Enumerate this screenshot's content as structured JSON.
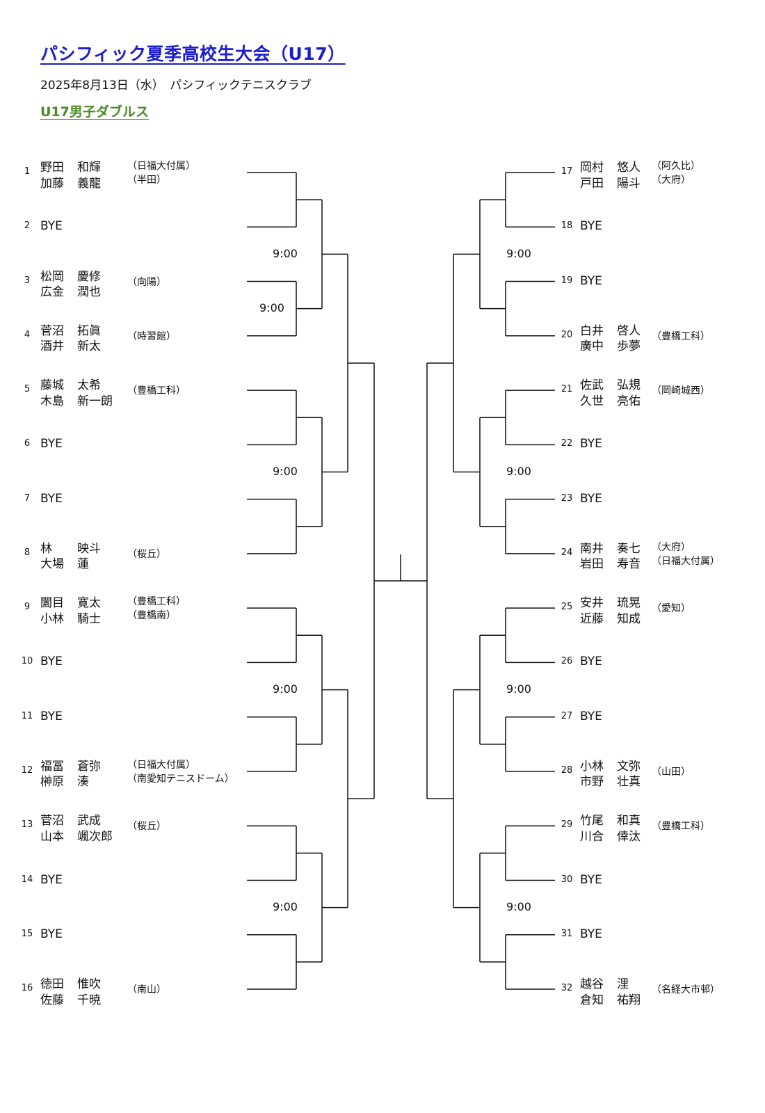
{
  "header": {
    "title": "パシフィック夏季高校生大会（U17）",
    "date_venue": "2025年8月13日（水）　パシフィックテニスクラブ",
    "event": "U17男子ダブルス"
  },
  "colors": {
    "title": "#1c1ccf",
    "event": "#4a8a25"
  },
  "entries": [
    {
      "no": "1",
      "players": [
        [
          "野田",
          "和輝"
        ],
        [
          "加藤",
          "義龍"
        ]
      ],
      "clubs": [
        "（日福大付属）",
        "（半田）"
      ]
    },
    {
      "no": "2",
      "bye": "BYE"
    },
    {
      "no": "3",
      "players": [
        [
          "松岡",
          "慶修"
        ],
        [
          "広金",
          "潤也"
        ]
      ],
      "clubs": [
        "（向陽）"
      ]
    },
    {
      "no": "4",
      "players": [
        [
          "菅沼",
          "拓眞"
        ],
        [
          "酒井",
          "新太"
        ]
      ],
      "clubs": [
        "（時習館）"
      ]
    },
    {
      "no": "5",
      "players": [
        [
          "藤城",
          "太希"
        ],
        [
          "木島",
          "新一朗"
        ]
      ],
      "clubs": [
        "（豊橋工科）"
      ]
    },
    {
      "no": "6",
      "bye": "BYE"
    },
    {
      "no": "7",
      "bye": "BYE"
    },
    {
      "no": "8",
      "players": [
        [
          "林",
          "映斗"
        ],
        [
          "大場",
          "蓮"
        ]
      ],
      "clubs": [
        "（桜丘）"
      ]
    },
    {
      "no": "9",
      "players": [
        [
          "闔目",
          "寛太"
        ],
        [
          "小林",
          "騎士"
        ]
      ],
      "clubs": [
        "（豊橋工科）",
        "（豊橋南）"
      ]
    },
    {
      "no": "10",
      "bye": "BYE"
    },
    {
      "no": "11",
      "bye": "BYE"
    },
    {
      "no": "12",
      "players": [
        [
          "福冨",
          "蒼弥"
        ],
        [
          "榊原",
          "湊"
        ]
      ],
      "clubs": [
        "（日福大付属）",
        "（南愛知テニスドーム）"
      ]
    },
    {
      "no": "13",
      "players": [
        [
          "菅沼",
          "武成"
        ],
        [
          "山本",
          "颯次郎"
        ]
      ],
      "clubs": [
        "（桜丘）"
      ]
    },
    {
      "no": "14",
      "bye": "BYE"
    },
    {
      "no": "15",
      "bye": "BYE"
    },
    {
      "no": "16",
      "players": [
        [
          "徳田",
          "惟吹"
        ],
        [
          "佐藤",
          "千暁"
        ]
      ],
      "clubs": [
        "（南山）"
      ]
    },
    {
      "no": "17",
      "players": [
        [
          "岡村",
          "悠人"
        ],
        [
          "戸田",
          "陽斗"
        ]
      ],
      "clubs": [
        "（阿久比）",
        "（大府）"
      ]
    },
    {
      "no": "18",
      "bye": "BYE"
    },
    {
      "no": "19",
      "bye": "BYE"
    },
    {
      "no": "20",
      "players": [
        [
          "白井",
          "啓人"
        ],
        [
          "廣中",
          "歩夢"
        ]
      ],
      "clubs": [
        "（豊橋工科）"
      ]
    },
    {
      "no": "21",
      "players": [
        [
          "佐武",
          "弘規"
        ],
        [
          "久世",
          "亮佑"
        ]
      ],
      "clubs": [
        "（岡崎城西）"
      ]
    },
    {
      "no": "22",
      "bye": "BYE"
    },
    {
      "no": "23",
      "bye": "BYE"
    },
    {
      "no": "24",
      "players": [
        [
          "南井",
          "奏七"
        ],
        [
          "岩田",
          "寿音"
        ]
      ],
      "clubs": [
        "（大府）",
        "（日福大付属）"
      ]
    },
    {
      "no": "25",
      "players": [
        [
          "安井",
          "琉晃"
        ],
        [
          "近藤",
          "知成"
        ]
      ],
      "clubs": [
        "（愛知）"
      ]
    },
    {
      "no": "26",
      "bye": "BYE"
    },
    {
      "no": "27",
      "bye": "BYE"
    },
    {
      "no": "28",
      "players": [
        [
          "小林",
          "文弥"
        ],
        [
          "市野",
          "壮真"
        ]
      ],
      "clubs": [
        "（山田）"
      ]
    },
    {
      "no": "29",
      "players": [
        [
          "竹尾",
          "和真"
        ],
        [
          "川合",
          "倖汰"
        ]
      ],
      "clubs": [
        "（豊橋工科）"
      ]
    },
    {
      "no": "30",
      "bye": "BYE"
    },
    {
      "no": "31",
      "bye": "BYE"
    },
    {
      "no": "32",
      "players": [
        [
          "越谷",
          "浬"
        ],
        [
          "倉知",
          "祐翔"
        ]
      ],
      "clubs": [
        "（名経大市邨）"
      ]
    }
  ],
  "match_times": {
    "left": [
      "9:00",
      "9:00",
      "9:00",
      "9:00",
      "9:00"
    ],
    "right": [
      "9:00",
      "9:00",
      "9:00",
      "9:00"
    ]
  }
}
